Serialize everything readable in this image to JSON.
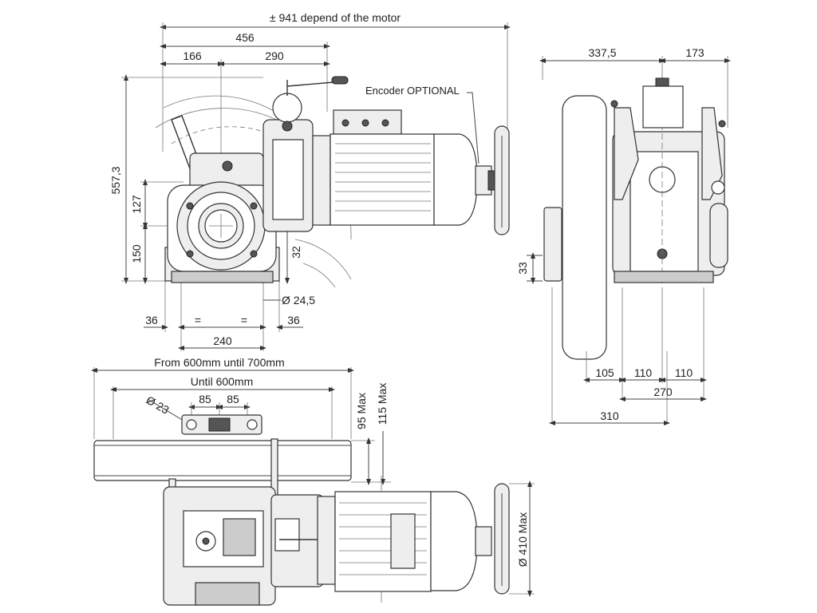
{
  "front_view": {
    "dim_overall_text": "± 941  depend of the motor",
    "dim_456": "456",
    "dim_166": "166",
    "dim_290": "290",
    "dim_557": "557,3",
    "dim_127": "127",
    "dim_150": "150",
    "dim_32": "32",
    "dim_shaft": "Ø 24,5",
    "dim_36_left": "36",
    "dim_eq_1": "=",
    "dim_eq_2": "=",
    "dim_36_right": "36",
    "dim_240": "240",
    "encoder_label": "Encoder OPTIONAL"
  },
  "side_view": {
    "dim_337": "337,5",
    "dim_173": "173",
    "dim_33": "33",
    "dim_105": "105",
    "dim_110_a": "110",
    "dim_110_b": "110",
    "dim_270": "270",
    "dim_310": "310"
  },
  "top_view": {
    "dim_from_600_700": "From 600mm until 700mm",
    "dim_until_600": "Until 600mm",
    "dim_23": "Ø 23",
    "dim_85_a": "85",
    "dim_85_b": "85",
    "dim_95max": "95 Max",
    "dim_115max": "115 Max",
    "dim_410max": "Ø 410 Max"
  }
}
